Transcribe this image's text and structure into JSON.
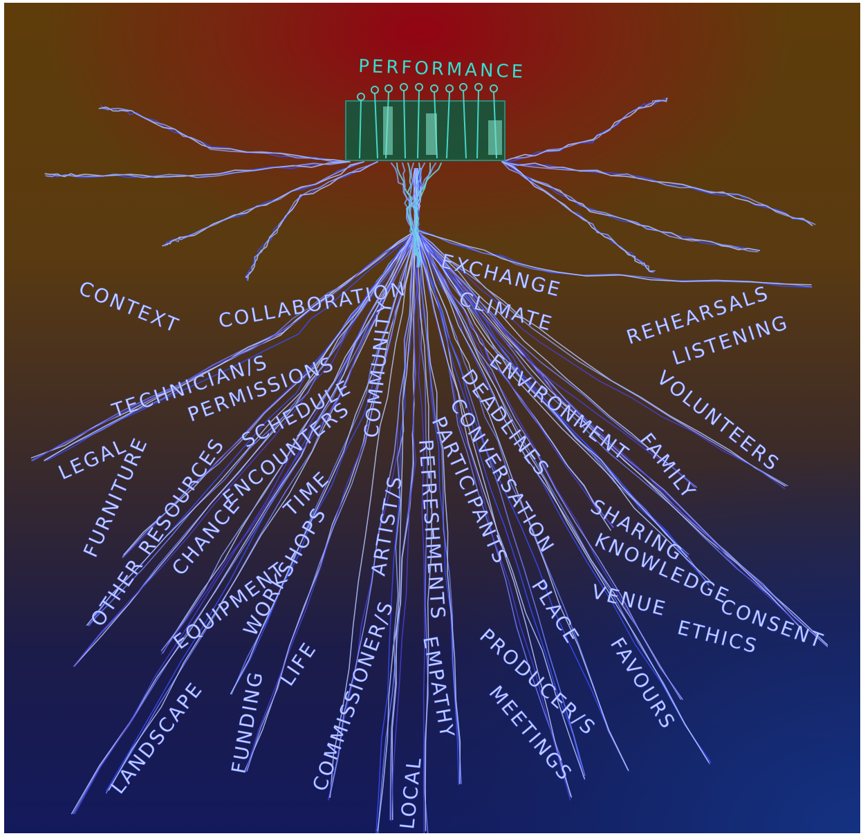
{
  "title": "PERFORMANCE",
  "labels": {
    "context": "CONTEXT",
    "collaboration": "COLLABORATION",
    "exchange": "EXCHANGE",
    "climate": "CLIMATE",
    "rehearsals": "REHEARSALS",
    "listening": "LISTENING",
    "technicians": "TECHNICIAN/S",
    "permissions": "PERMISSIONS",
    "schedule": "SCHEDULE",
    "community": "COMMUNITY",
    "environment": "ENVIRONMENT",
    "volunteers": "VOLUNTEERS",
    "legal": "LEGAL",
    "encounters": "ENCOUNTERS",
    "deadlines": "DEADLINES",
    "conversation": "CONVERSATION",
    "family": "FAMILY",
    "furniture": "FURNITURE",
    "chance": "CHANCE",
    "time": "TIME",
    "refreshments": "REFRESHMENTS",
    "participants": "PARTICIPANTS",
    "sharing": "SHARING",
    "knowledge": "KNOWLEDGE",
    "other_resources": "OTHER RESOURCES",
    "equipment": "EQUIPMENT",
    "workshops": "WORKSHOPS",
    "artists": "ARTIST/S",
    "venue": "VENUE",
    "consent": "CONSENT",
    "ethics": "ETHICS",
    "place": "PLACE",
    "favours": "FAVOURS",
    "life": "LIFE",
    "landscape": "LANDSCAPE",
    "funding": "FUNDING",
    "commissioners": "COMMISSIONER/S",
    "empathy": "EMPATHY",
    "producers": "PRODUCER/S",
    "meetings": "MEETINGS",
    "local": "LOCAL"
  }
}
